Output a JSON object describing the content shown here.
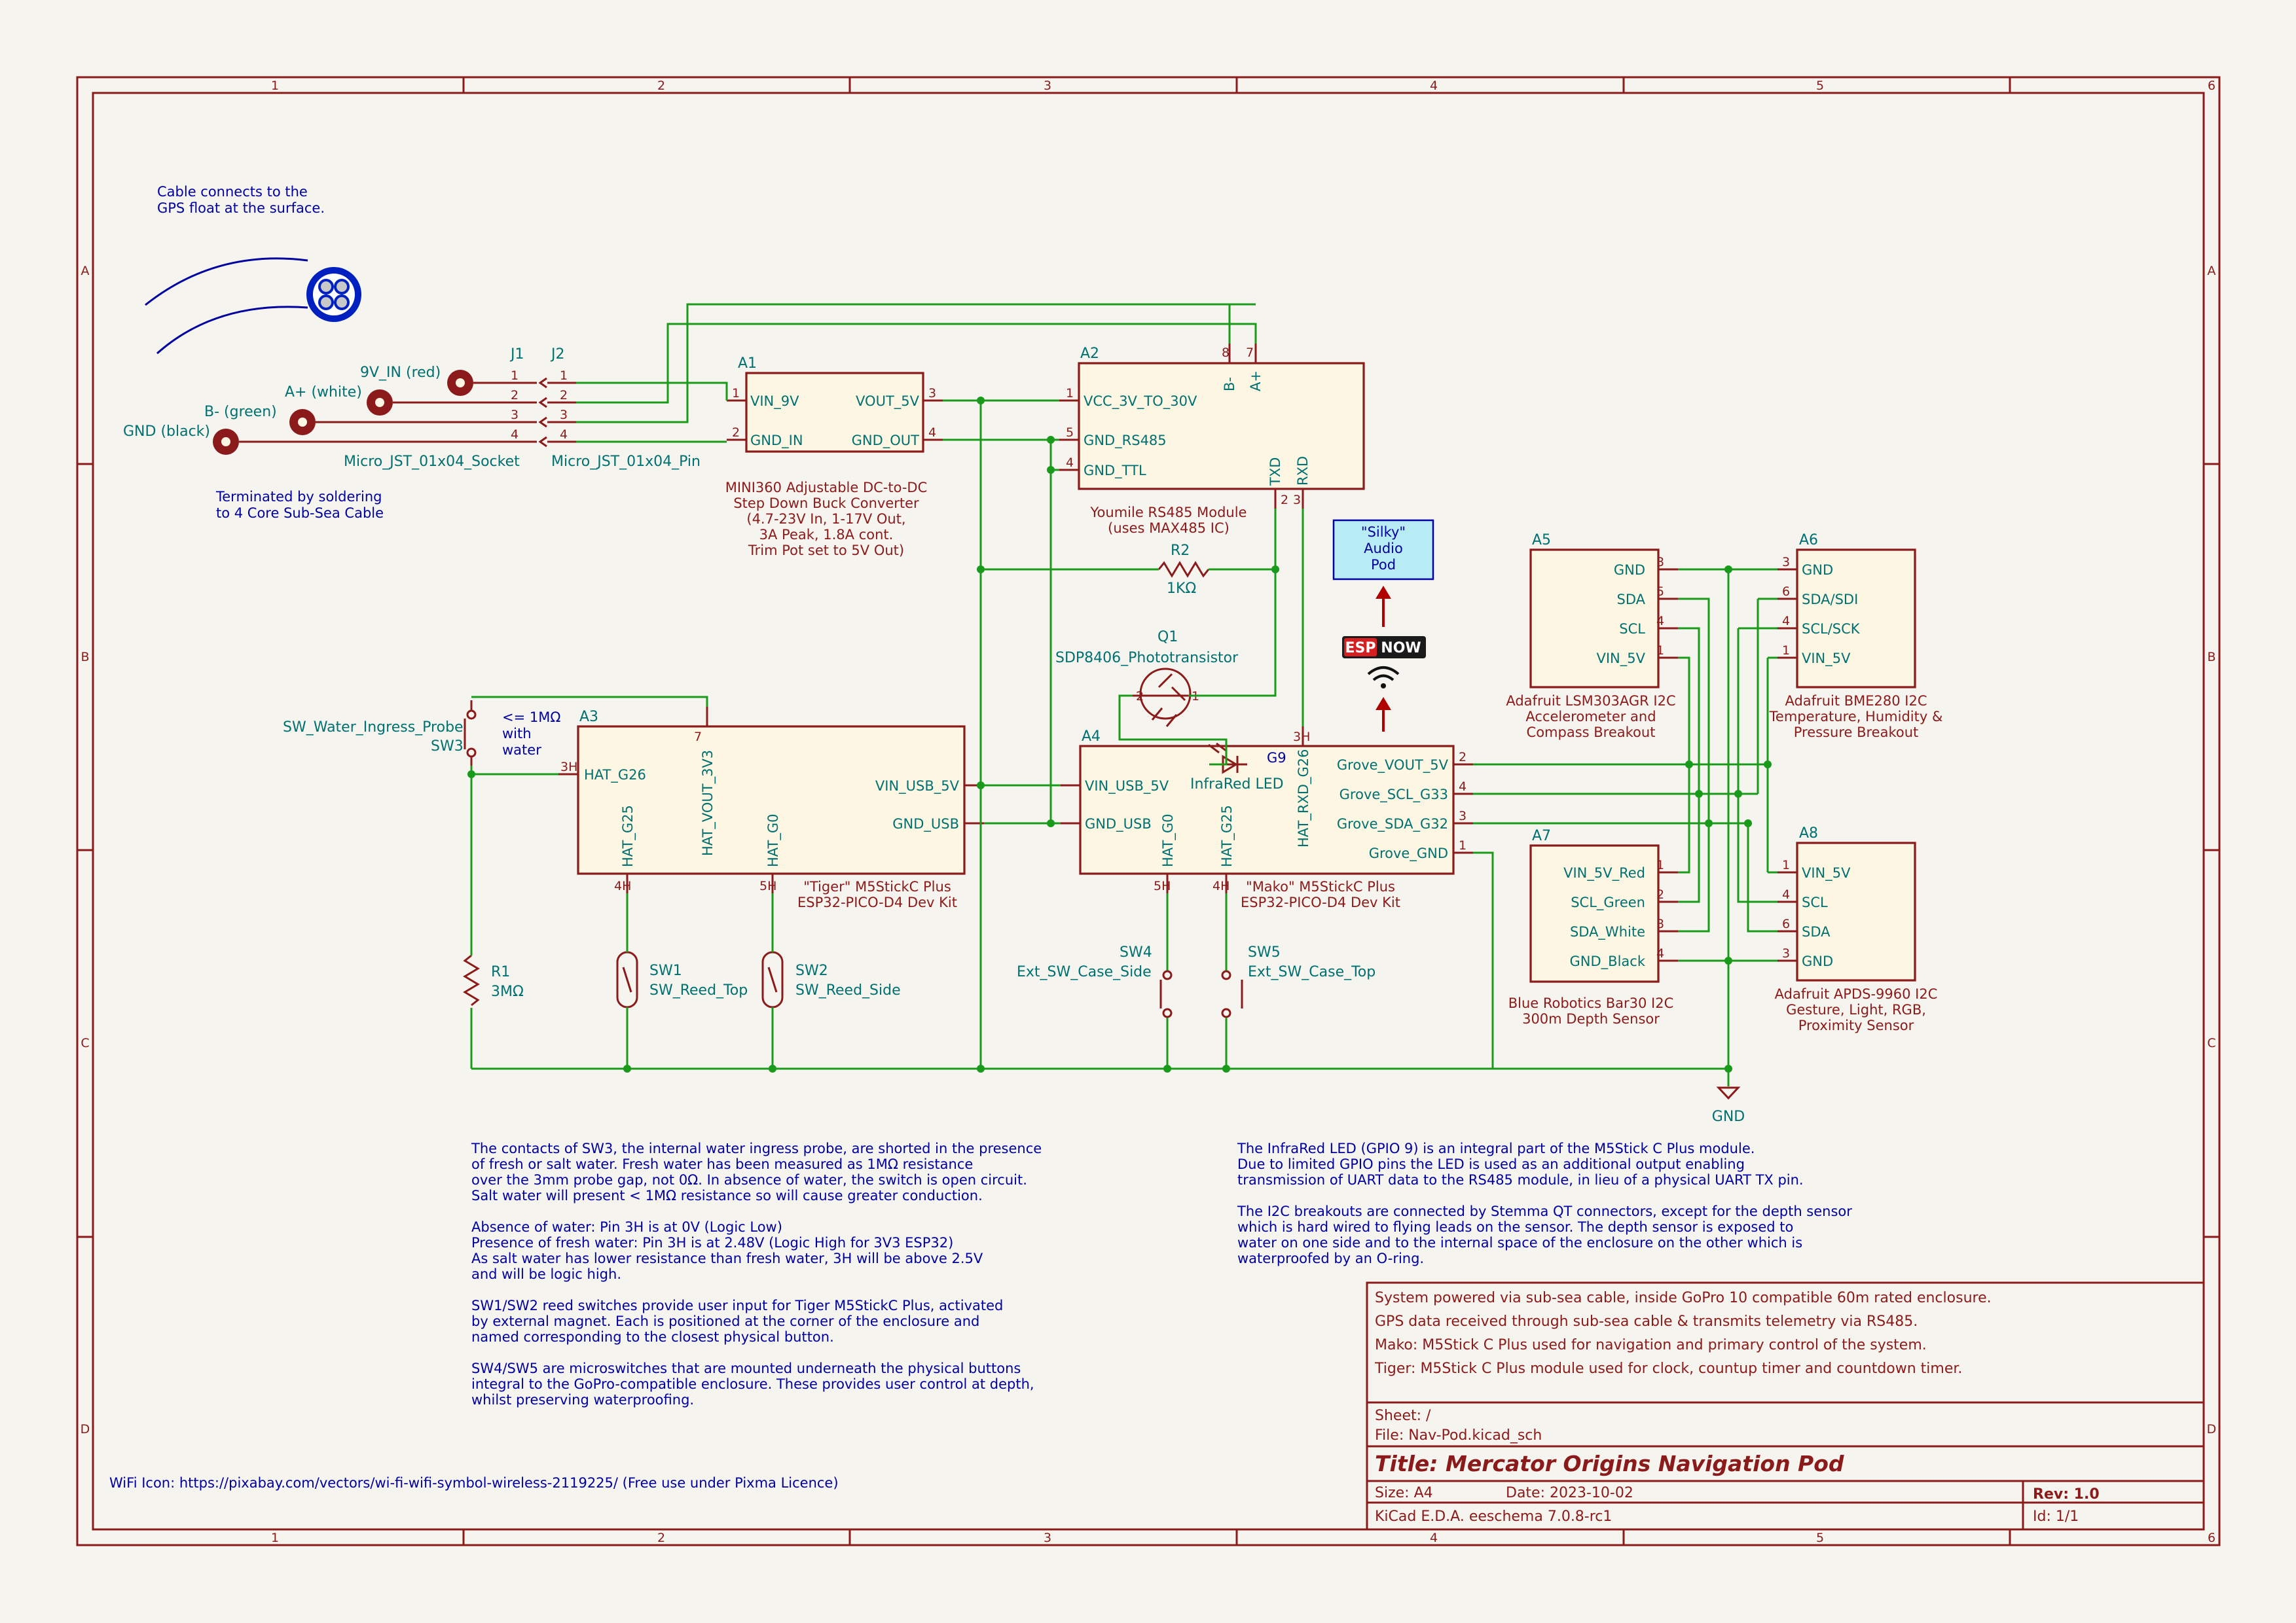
{
  "sheet": {
    "grid_columns": [
      "1",
      "2",
      "3",
      "4",
      "5",
      "6"
    ],
    "grid_rows": [
      "A",
      "B",
      "C",
      "D"
    ]
  },
  "connectors": {
    "j1_ref": "J1",
    "j2_ref": "J2",
    "j1_value": "Micro_JST_01x04_Socket",
    "j2_value": "Micro_JST_01x04_Pin",
    "pins": [
      "1",
      "2",
      "3",
      "4"
    ],
    "terminals": [
      "9V_IN (red)",
      "A+ (white)",
      "B- (green)",
      "GND (black)"
    ]
  },
  "cable_notes": {
    "top": [
      "Cable connects to the",
      "GPS float at the surface."
    ],
    "bottom": [
      "Terminated by soldering",
      "to 4 Core Sub-Sea Cable"
    ]
  },
  "a1": {
    "ref": "A1",
    "pins": {
      "vin": "VIN_9V",
      "gnd_in": "GND_IN",
      "vout": "VOUT_5V",
      "gnd_out": "GND_OUT"
    },
    "pin_numbers": {
      "vin": "1",
      "gnd_in": "2",
      "vout": "3",
      "gnd_out": "4"
    },
    "description": [
      "MINI360 Adjustable DC-to-DC",
      "Step Down Buck Converter",
      "(4.7-23V In, 1-17V Out,",
      "3A Peak, 1.8A cont.",
      "Trim Pot set to 5V Out)"
    ]
  },
  "a2": {
    "ref": "A2",
    "pins": {
      "vcc": "VCC_3V_TO_30V",
      "gnd_rs485": "GND_RS485",
      "gnd_ttl": "GND_TTL",
      "b": "B-",
      "a": "A+",
      "txd": "TXD",
      "rxd": "RXD"
    },
    "pin_numbers": {
      "vcc": "1",
      "gnd_rs485": "5",
      "gnd_ttl": "4",
      "b": "8",
      "a": "7",
      "txd": "2",
      "rxd": "3"
    },
    "description": [
      "Youmile RS485 Module",
      "(uses MAX485 IC)"
    ]
  },
  "r2": {
    "ref": "R2",
    "value": "1KΩ"
  },
  "q1": {
    "ref": "Q1",
    "value": "SDP8406_Phototransistor",
    "pin_left": "2",
    "pin_right": "1"
  },
  "silky": {
    "label": [
      "\"Silky\"",
      "Audio",
      "Pod"
    ]
  },
  "espnow": {
    "esp": "ESP",
    "now": "NOW"
  },
  "a3": {
    "ref": "A3",
    "pins": {
      "hat_g26": "HAT_G26",
      "hat_vout": "HAT_VOUT_3V3",
      "hat_g25": "HAT_G25",
      "hat_g0": "HAT_G0",
      "vin_usb": "VIN_USB_5V",
      "gnd_usb": "GND_USB"
    },
    "pin_numbers": {
      "hat_g26": "3H",
      "hat_vout": "7",
      "hat_g25": "4H",
      "hat_g0": "5H"
    },
    "description": [
      "\"Tiger\" M5StickC Plus",
      "ESP32-PICO-D4 Dev Kit"
    ]
  },
  "a4": {
    "ref": "A4",
    "pins": {
      "vin_usb": "VIN_USB_5V",
      "gnd_usb": "GND_USB",
      "hat_g0": "HAT_G0",
      "hat_g25": "HAT_G25",
      "hat_rxd": "HAT_RXD_G26",
      "grove_vout": "Grove_VOUT_5V",
      "grove_scl": "Grove_SCL_G33",
      "grove_sda": "Grove_SDA_G32",
      "grove_gnd": "Grove_GND"
    },
    "pin_numbers": {
      "hat_g0": "5H",
      "hat_g25": "4H",
      "hat_rxd": "3H",
      "grove_vout": "2",
      "grove_scl": "4",
      "grove_sda": "3",
      "grove_gnd": "1"
    },
    "g9": "G9",
    "led_label": "InfraRed LED",
    "description": [
      "\"Mako\" M5StickC Plus",
      "ESP32-PICO-D4 Dev Kit"
    ]
  },
  "sw3": {
    "name": "SW_Water_Ingress_Probe",
    "ref": "SW3",
    "note": [
      "<= 1MΩ",
      "with",
      "water"
    ]
  },
  "r1": {
    "ref": "R1",
    "value": "3MΩ"
  },
  "sw1": {
    "ref": "SW1",
    "value": "SW_Reed_Top"
  },
  "sw2": {
    "ref": "SW2",
    "value": "SW_Reed_Side"
  },
  "sw4": {
    "ref": "SW4",
    "value": "Ext_SW_Case_Side"
  },
  "sw5": {
    "ref": "SW5",
    "value": "Ext_SW_Case_Top"
  },
  "a5": {
    "ref": "A5",
    "pins": [
      "GND",
      "SDA",
      "SCL",
      "VIN_5V"
    ],
    "pin_numbers": [
      "3",
      "5",
      "4",
      "1"
    ],
    "description": [
      "Adafruit LSM303AGR I2C",
      "Accelerometer and",
      "Compass Breakout"
    ]
  },
  "a6": {
    "ref": "A6",
    "pins": [
      "GND",
      "SDA/SDI",
      "SCL/SCK",
      "VIN_5V"
    ],
    "pin_numbers": [
      "3",
      "6",
      "4",
      "1"
    ],
    "description": [
      "Adafruit BME280 I2C",
      "Temperature, Humidity &",
      "Pressure Breakout"
    ]
  },
  "a7": {
    "ref": "A7",
    "pins": [
      "VIN_5V_Red",
      "SCL_Green",
      "SDA_White",
      "GND_Black"
    ],
    "pin_numbers": [
      "1",
      "2",
      "3",
      "4"
    ],
    "description": [
      "Blue Robotics Bar30 I2C",
      "300m Depth Sensor"
    ]
  },
  "a8": {
    "ref": "A8",
    "pins": [
      "VIN_5V",
      "SCL",
      "SDA",
      "GND"
    ],
    "pin_numbers": [
      "1",
      "4",
      "6",
      "3"
    ],
    "description": [
      "Adafruit APDS-9960 I2C",
      "Gesture, Light, RGB,",
      "Proximity Sensor"
    ]
  },
  "gnd_label": "GND",
  "notes_left": [
    "The contacts of SW3, the internal water ingress probe, are shorted in the presence",
    "of fresh or salt water. Fresh water has been measured as 1MΩ resistance",
    "over the 3mm probe gap, not 0Ω. In absence of water, the switch is open circuit.",
    "Salt water will present < 1MΩ resistance so will cause greater conduction.",
    "",
    "Absence of water: Pin 3H is at 0V (Logic Low)",
    "Presence of fresh water: Pin 3H is at 2.48V (Logic High for 3V3 ESP32)",
    "As salt water has lower resistance than fresh water, 3H will be above 2.5V",
    "and will be logic high.",
    "",
    "SW1/SW2 reed switches provide user input for Tiger M5StickC Plus, activated",
    "by external magnet. Each is positioned at the corner of the enclosure and",
    "named corresponding to the closest physical button.",
    "",
    "SW4/SW5 are microswitches that are mounted underneath the physical buttons",
    "integral to the GoPro-compatible enclosure. These provides user control at depth,",
    "whilst preserving waterproofing."
  ],
  "notes_right": [
    "The InfraRed LED (GPIO 9) is an integral part of the M5Stick C Plus module.",
    "Due to limited GPIO pins the LED is used as an additional output enabling",
    "transmission of UART data to the RS485 module, in lieu of a physical UART TX pin.",
    "",
    "The I2C breakouts are connected by Stemma QT connectors, except for the depth sensor",
    "which is hard wired to flying leads on the sensor. The depth sensor is exposed to",
    "water on one side and to the internal space of the enclosure on the other which is",
    "waterproofed by an O-ring."
  ],
  "wifi_credit": "WiFi Icon: https://pixabay.com/vectors/wi-fi-wifi-symbol-wireless-2119225/ (Free use under Pixma Licence)",
  "title_block": {
    "comments": [
      "System powered via sub-sea cable, inside GoPro 10 compatible 60m rated enclosure.",
      "GPS data received through sub-sea cable & transmits telemetry via RS485.",
      "Mako: M5Stick C Plus used for navigation and primary control of the system.",
      "Tiger: M5Stick C Plus module used for clock, countup timer and countdown timer."
    ],
    "sheet": "Sheet: /",
    "file": "File: Nav-Pod.kicad_sch",
    "title": "Title: Mercator Origins Navigation Pod",
    "size": "Size: A4",
    "date": "Date: 2023-10-02",
    "rev": "Rev: 1.0",
    "tool": "KiCad E.D.A.  eeschema 7.0.8-rc1",
    "id": "Id: 1/1"
  },
  "colors": {
    "frame": "#8b1a1a",
    "wire": "#1a9a1a",
    "text": "#007070",
    "note": "#0000a0",
    "background": "#f5f4ef"
  }
}
